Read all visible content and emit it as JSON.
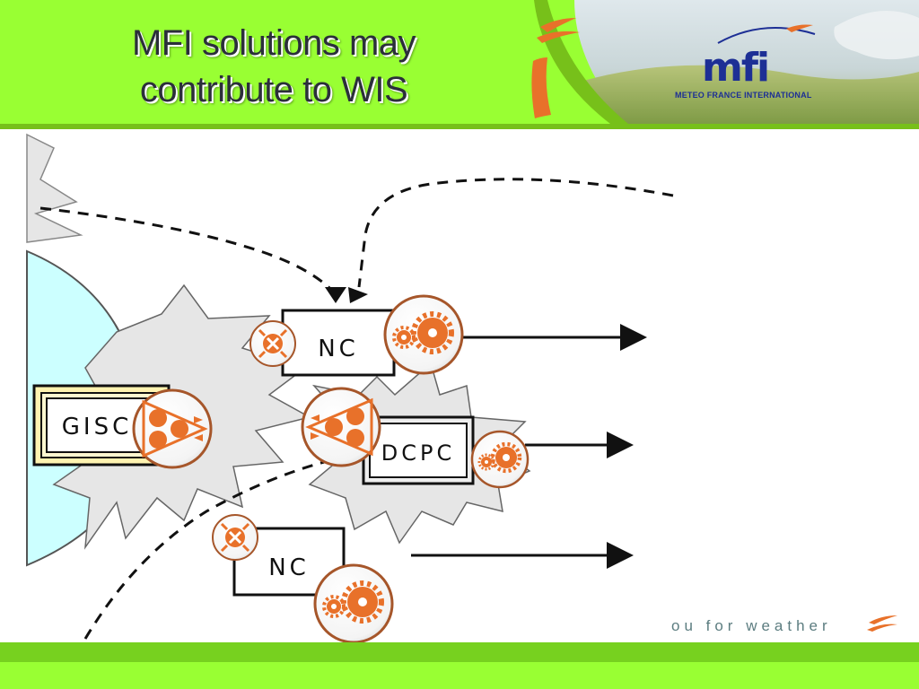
{
  "header": {
    "title_line1": "MFI solutions may",
    "title_line2": "contribute to WIS",
    "logo": {
      "text": "mfi",
      "subtitle": "METEO FRANCE INTERNATIONAL"
    }
  },
  "diagram": {
    "nodes": {
      "gisc": "GISC",
      "nc_top": "NC",
      "dcpc": "DCPC",
      "nc_bottom": "NC"
    }
  },
  "footer": {
    "slogan": "ou for weather"
  },
  "colors": {
    "accent_green": "#99ff33",
    "mfi_orange": "#e8712a",
    "mfi_blue": "#1d2f95"
  },
  "icons": [
    "gears-icon",
    "network-hub-icon",
    "triangle-exchange-icon",
    "flame-logo-icon"
  ]
}
